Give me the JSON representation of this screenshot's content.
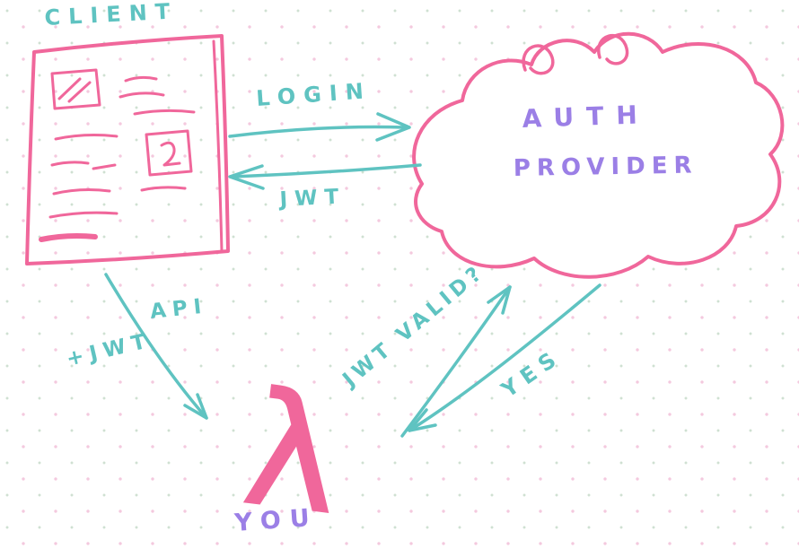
{
  "diagram": {
    "labels": {
      "client": "CLIENT",
      "login": "LOGIN",
      "jwt_return": "JWT",
      "auth_line1": "AUTH",
      "auth_line2": "PROVIDER",
      "api": "API",
      "plus_jwt": "+JWT",
      "jwt_valid": "JWT VALID?",
      "yes": "YES",
      "lambda": "λ",
      "you": "YOU"
    },
    "colors": {
      "pink": "#f0679b",
      "teal": "#5fc3c1",
      "purple": "#9b7fe6",
      "dot1": "#f4c9de",
      "dot2": "#cfe0d2"
    },
    "icons": {
      "cloud": "auth-provider-cloud",
      "browser_window": "client-browser-sketch",
      "lambda": "lambda-function"
    }
  }
}
